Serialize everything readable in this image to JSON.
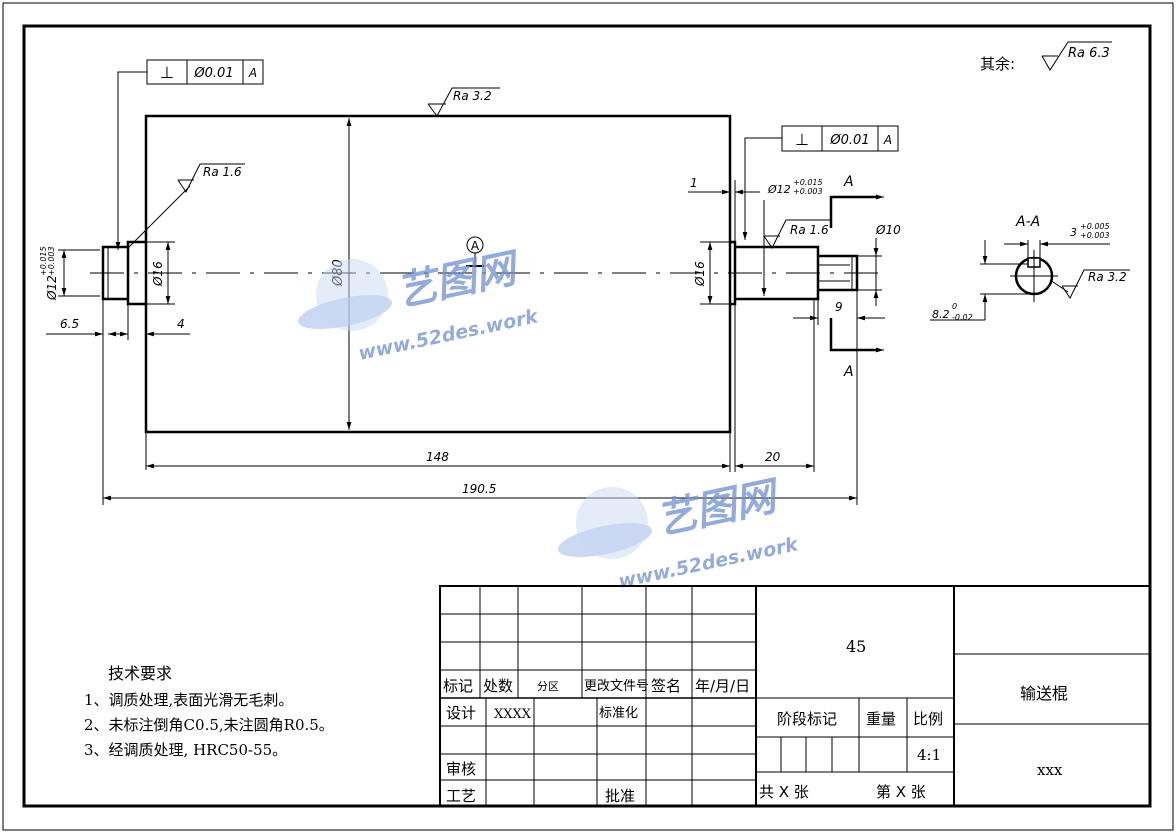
{
  "roughness_other": {
    "label": "其余:",
    "ra": "Ra 6.3"
  },
  "roughness": {
    "top": "Ra 3.2",
    "left": "Ra 1.6",
    "right": "Ra 1.6",
    "section": "Ra 3.2"
  },
  "fcf": {
    "symbol": "⊥",
    "tolerance": "Ø0.01",
    "datum": "A"
  },
  "datum_label": "A",
  "dims": {
    "left_shaft_dia": "Ø12",
    "tol_upper": "+0.015",
    "tol_lower": "+0.003",
    "left_step_dia": "Ø16",
    "body_dia": "Ø80",
    "right_step_dia": "Ø16",
    "right_shaft_dia": "Ø12",
    "end_dia": "Ø10",
    "len_6_5": "6.5",
    "len_4": "4",
    "len_1": "1",
    "len_9": "9",
    "len_148": "148",
    "len_20": "20",
    "len_total": "190.5"
  },
  "section": {
    "title": "A-A",
    "label_top": "A",
    "label_bottom": "A",
    "key_width": "3",
    "key_tol_upper": "+0.005",
    "key_tol_lower": "+0.003",
    "depth": "8.2",
    "depth_tol_upper": "0",
    "depth_tol_lower": "-0.02"
  },
  "watermark": {
    "brand": "艺图网",
    "url": "www.52des.work"
  },
  "tech": {
    "title": "技术要求",
    "items": [
      "1、调质处理,表面光滑无毛刺。",
      "2、未标注倒角C0.5,未注圆角R0.5。",
      "3、经调质处理, HRC50-55。"
    ]
  },
  "title_block": {
    "mark": "标记",
    "count": "处数",
    "zone": "分区",
    "doc_no": "更改文件号",
    "sign": "签名",
    "date": "年/月/日",
    "design": "设计",
    "designer": "XXXX",
    "standard": "标准化",
    "review": "审核",
    "process": "工艺",
    "approve": "批准",
    "material": "45",
    "stage": "阶段标记",
    "weight": "重量",
    "scale_label": "比例",
    "scale": "4:1",
    "sheets_total": "共 X 张",
    "sheet_no": "第 X 张",
    "part_name": "输送棍",
    "code": "xxx"
  }
}
